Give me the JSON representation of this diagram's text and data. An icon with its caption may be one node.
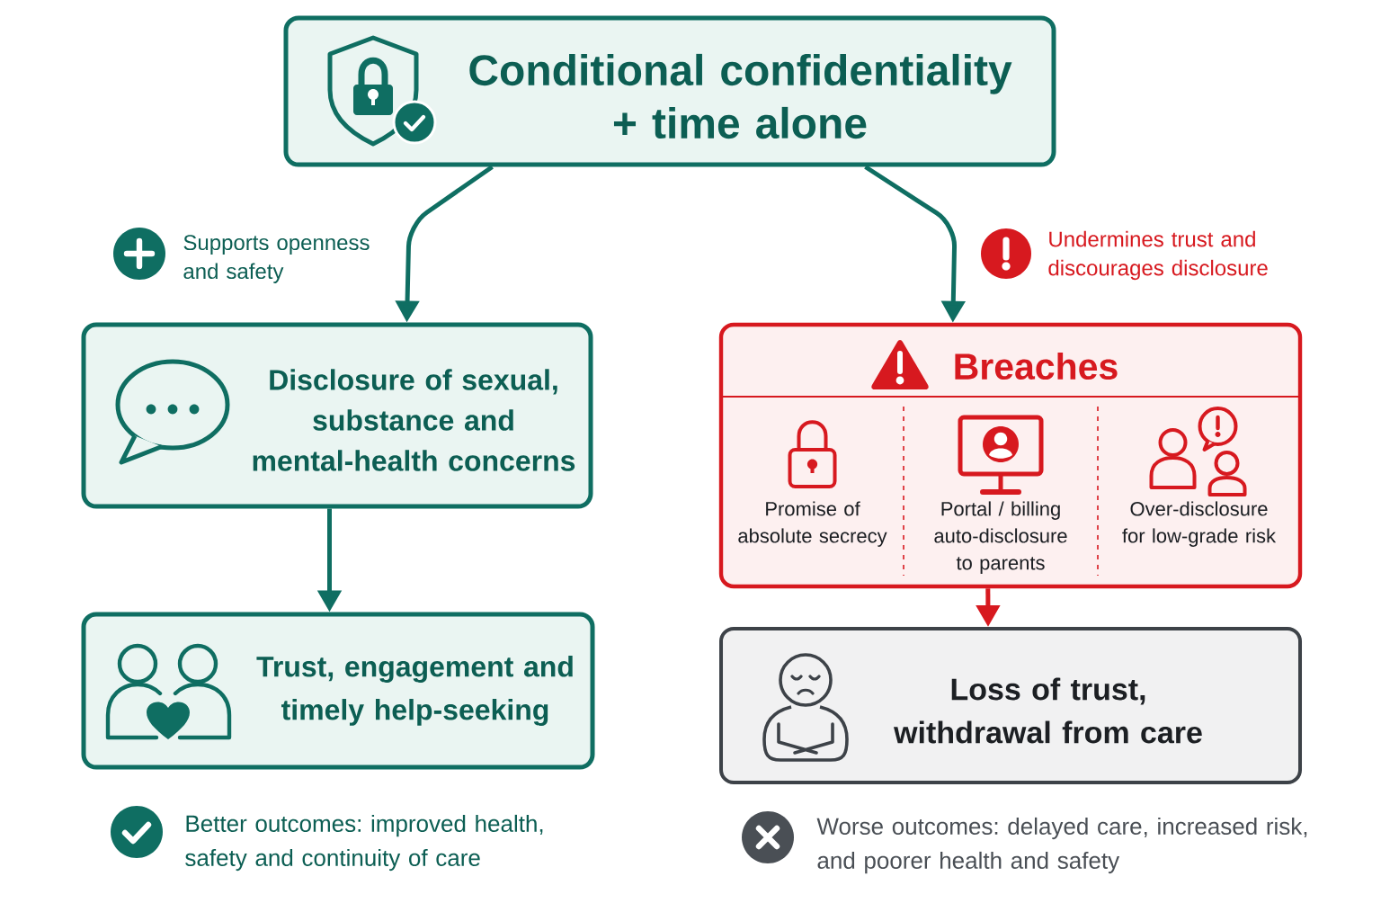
{
  "diagram": {
    "nodes": [
      {
        "text": [
          "Conditional confidentiality + time alone"
        ]
      },
      {
        "text": [
          "Disclosure of sexual, substance and mental-health concerns"
        ]
      },
      {
        "text": [
          "Breaches"
        ]
      },
      {
        "text": [
          "Promise of absolute secrecy"
        ],
        "in": 2
      },
      {
        "text": [
          "Portal / billing auto-disclosure to parents"
        ],
        "in": 2
      },
      {
        "text": [
          "Over-disclosure for low-grade risk"
        ],
        "in": 2
      },
      {
        "text": [
          "Trust, engagement and timely help-seeking"
        ]
      },
      {
        "text": [
          "Loss of trust, withdrawal from care"
        ]
      }
    ],
    "edges": [
      {
        "from": 0,
        "to": 1,
        "arrow": "to",
        "label": "Supports openness and safety"
      },
      {
        "from": 0,
        "to": 2,
        "arrow": "to",
        "label": "Undermines trust and discourages disclosure"
      },
      {
        "from": 1,
        "to": 6,
        "arrow": "to"
      },
      {
        "from": 2,
        "to": 7,
        "arrow": "to",
        "color": "#d7191f"
      }
    ],
    "labels": [
      "Better outcomes: improved health, safety and continuity of care",
      "Worse outcomes: delayed care, increased risk, and poorer health and safety"
    ]
  }
}
